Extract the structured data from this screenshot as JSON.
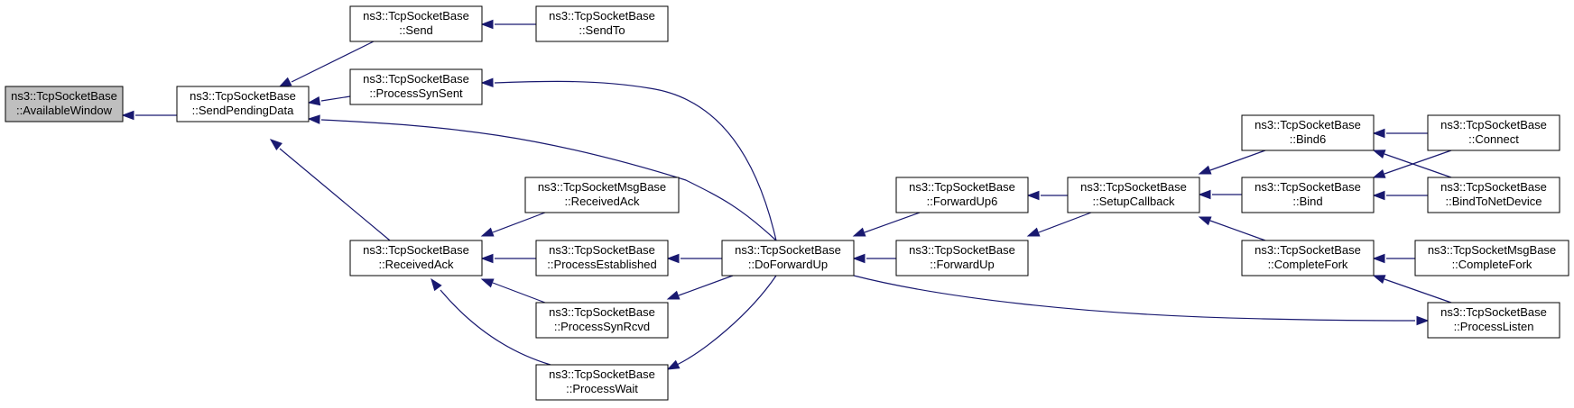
{
  "colors": {
    "edge": "#191970",
    "root_fill": "#bfbfbf",
    "node_fill": "#ffffff",
    "node_border": "#000000"
  },
  "nodes": [
    {
      "id": "available-window",
      "line1": "ns3::TcpSocketBase",
      "line2": "::AvailableWindow",
      "root": true
    },
    {
      "id": "send-pending-data",
      "line1": "ns3::TcpSocketBase",
      "line2": "::SendPendingData"
    },
    {
      "id": "send",
      "line1": "ns3::TcpSocketBase",
      "line2": "::Send"
    },
    {
      "id": "send-to",
      "line1": "ns3::TcpSocketBase",
      "line2": "::SendTo"
    },
    {
      "id": "process-syn-sent",
      "line1": "ns3::TcpSocketBase",
      "line2": "::ProcessSynSent"
    },
    {
      "id": "received-ack",
      "line1": "ns3::TcpSocketBase",
      "line2": "::ReceivedAck"
    },
    {
      "id": "msg-received-ack",
      "line1": "ns3::TcpSocketMsgBase",
      "line2": "::ReceivedAck"
    },
    {
      "id": "process-established",
      "line1": "ns3::TcpSocketBase",
      "line2": "::ProcessEstablished"
    },
    {
      "id": "process-syn-rcvd",
      "line1": "ns3::TcpSocketBase",
      "line2": "::ProcessSynRcvd"
    },
    {
      "id": "process-wait",
      "line1": "ns3::TcpSocketBase",
      "line2": "::ProcessWait"
    },
    {
      "id": "do-forward-up",
      "line1": "ns3::TcpSocketBase",
      "line2": "::DoForwardUp"
    },
    {
      "id": "forward-up6",
      "line1": "ns3::TcpSocketBase",
      "line2": "::ForwardUp6"
    },
    {
      "id": "forward-up",
      "line1": "ns3::TcpSocketBase",
      "line2": "::ForwardUp"
    },
    {
      "id": "setup-callback",
      "line1": "ns3::TcpSocketBase",
      "line2": "::SetupCallback"
    },
    {
      "id": "bind6",
      "line1": "ns3::TcpSocketBase",
      "line2": "::Bind6"
    },
    {
      "id": "bind",
      "line1": "ns3::TcpSocketBase",
      "line2": "::Bind"
    },
    {
      "id": "complete-fork",
      "line1": "ns3::TcpSocketBase",
      "line2": "::CompleteFork"
    },
    {
      "id": "connect",
      "line1": "ns3::TcpSocketBase",
      "line2": "::Connect"
    },
    {
      "id": "bind-to-net-device",
      "line1": "ns3::TcpSocketBase",
      "line2": "::BindToNetDevice"
    },
    {
      "id": "msg-complete-fork",
      "line1": "ns3::TcpSocketMsgBase",
      "line2": "::CompleteFork"
    },
    {
      "id": "process-listen",
      "line1": "ns3::TcpSocketBase",
      "line2": "::ProcessListen"
    }
  ],
  "edges": [
    {
      "from": "send-pending-data",
      "to": "available-window"
    },
    {
      "from": "send",
      "to": "send-pending-data"
    },
    {
      "from": "process-syn-sent",
      "to": "send-pending-data"
    },
    {
      "from": "do-forward-up",
      "to": "send-pending-data"
    },
    {
      "from": "received-ack",
      "to": "send-pending-data"
    },
    {
      "from": "send-to",
      "to": "send"
    },
    {
      "from": "do-forward-up",
      "to": "process-syn-sent"
    },
    {
      "from": "msg-received-ack",
      "to": "received-ack"
    },
    {
      "from": "process-established",
      "to": "received-ack"
    },
    {
      "from": "process-syn-rcvd",
      "to": "received-ack"
    },
    {
      "from": "process-wait",
      "to": "received-ack"
    },
    {
      "from": "do-forward-up",
      "to": "process-established"
    },
    {
      "from": "do-forward-up",
      "to": "process-syn-rcvd"
    },
    {
      "from": "do-forward-up",
      "to": "process-wait"
    },
    {
      "from": "forward-up6",
      "to": "do-forward-up"
    },
    {
      "from": "forward-up",
      "to": "do-forward-up"
    },
    {
      "from": "setup-callback",
      "to": "forward-up6"
    },
    {
      "from": "setup-callback",
      "to": "forward-up"
    },
    {
      "from": "bind6",
      "to": "setup-callback"
    },
    {
      "from": "bind",
      "to": "setup-callback"
    },
    {
      "from": "complete-fork",
      "to": "setup-callback"
    },
    {
      "from": "connect",
      "to": "bind6"
    },
    {
      "from": "bind-to-net-device",
      "to": "bind6"
    },
    {
      "from": "connect",
      "to": "bind"
    },
    {
      "from": "bind-to-net-device",
      "to": "bind"
    },
    {
      "from": "msg-complete-fork",
      "to": "complete-fork"
    },
    {
      "from": "process-listen",
      "to": "complete-fork"
    },
    {
      "from": "do-forward-up",
      "to": "process-listen"
    }
  ]
}
